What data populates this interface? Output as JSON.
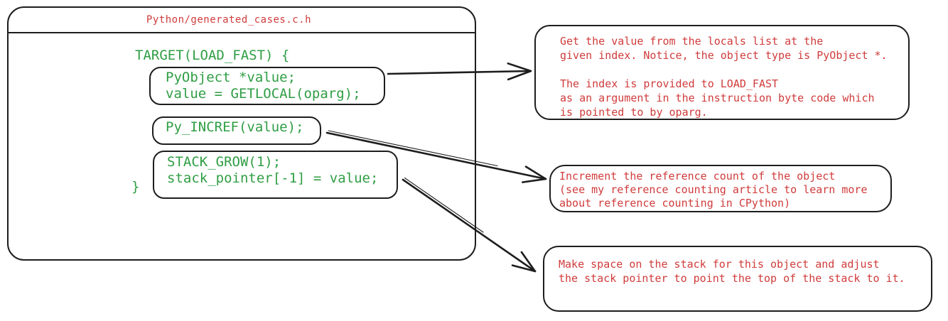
{
  "colors": {
    "code_green": "#2f9e44",
    "annotation_red": "#d03b3b",
    "ink_stroke": "#1d1d1d",
    "background": "#ffffff"
  },
  "window": {
    "title": "Python/generated_cases.c.h",
    "code_open": "TARGET(LOAD_FAST) {",
    "code_close": "}",
    "blocks": [
      {
        "id": "getlocal",
        "lines": [
          "PyObject *value;",
          "value = GETLOCAL(oparg);"
        ]
      },
      {
        "id": "incref",
        "lines": [
          "Py_INCREF(value);"
        ]
      },
      {
        "id": "stack",
        "lines": [
          "STACK_GROW(1);",
          "stack_pointer[-1] = value;"
        ]
      }
    ]
  },
  "annotations": [
    {
      "id": "getlocal-note",
      "lines": [
        "Get the value from the locals list at the",
        "given index. Notice, the object type is PyObject *.",
        "",
        "The index is provided to LOAD_FAST",
        "as an argument in the instruction byte code which",
        "is pointed to by oparg."
      ]
    },
    {
      "id": "incref-note",
      "lines": [
        "Increment the reference count of the object",
        "(see my reference counting article to learn more",
        "about reference counting in CPython)"
      ]
    },
    {
      "id": "stack-note",
      "lines": [
        "Make space on the stack for this object and adjust",
        "the stack pointer to point the top of the stack to it."
      ]
    }
  ]
}
